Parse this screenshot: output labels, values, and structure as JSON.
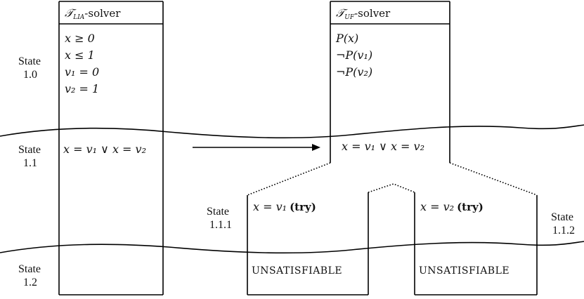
{
  "states": {
    "s1_0": [
      "State",
      "1.0"
    ],
    "s1_1": [
      "State",
      "1.1"
    ],
    "s1_1_1": [
      "State",
      "1.1.1"
    ],
    "s1_1_2": [
      "State",
      "1.1.2"
    ],
    "s1_2": [
      "State",
      "1.2"
    ]
  },
  "lia": {
    "title_sym": "𝒯",
    "title_sub": "LIA",
    "title_rest": "-solver",
    "constraints": [
      "x ≥ 0",
      "x ≤ 1",
      "v₁ = 0",
      "v₂ = 1"
    ],
    "split": "x = v₁ ∨ x = v₂"
  },
  "uf": {
    "title_sym": "𝒯",
    "title_sub": "UF",
    "title_rest": "-solver",
    "constraints": [
      "P(x)",
      "¬P(v₁)",
      "¬P(v₂)"
    ],
    "split": "x = v₁ ∨ x = v₂"
  },
  "branches": {
    "left_try": "x = v₁",
    "right_try": "x = v₂",
    "try_label": "(try)",
    "left_result": "UNSATISFIABLE",
    "right_result": "UNSATISFIABLE"
  }
}
